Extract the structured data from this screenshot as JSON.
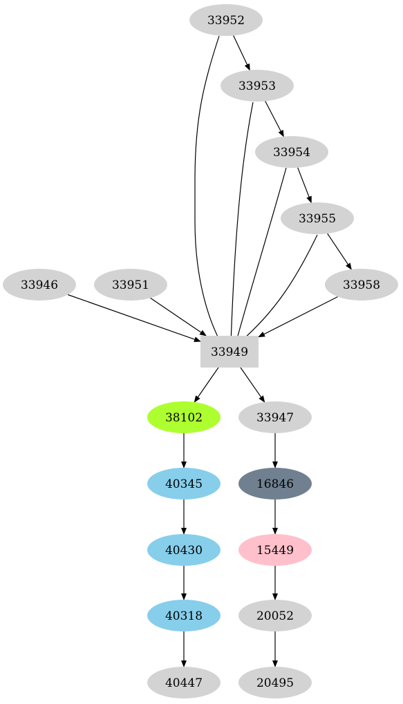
{
  "graph": {
    "nodes": [
      {
        "id": "33952",
        "label": "33952",
        "shape": "ellipse",
        "fill": "#d3d3d3",
        "text_color": "#000000"
      },
      {
        "id": "33953",
        "label": "33953",
        "shape": "ellipse",
        "fill": "#d3d3d3",
        "text_color": "#000000"
      },
      {
        "id": "33954",
        "label": "33954",
        "shape": "ellipse",
        "fill": "#d3d3d3",
        "text_color": "#000000"
      },
      {
        "id": "33955",
        "label": "33955",
        "shape": "ellipse",
        "fill": "#d3d3d3",
        "text_color": "#000000"
      },
      {
        "id": "33946",
        "label": "33946",
        "shape": "ellipse",
        "fill": "#d3d3d3",
        "text_color": "#000000"
      },
      {
        "id": "33951",
        "label": "33951",
        "shape": "ellipse",
        "fill": "#d3d3d3",
        "text_color": "#000000"
      },
      {
        "id": "33958",
        "label": "33958",
        "shape": "ellipse",
        "fill": "#d3d3d3",
        "text_color": "#000000"
      },
      {
        "id": "33949",
        "label": "33949",
        "shape": "box",
        "fill": "#d3d3d3",
        "text_color": "#000000"
      },
      {
        "id": "38102",
        "label": "38102",
        "shape": "ellipse",
        "fill": "#adff2f",
        "text_color": "#000000"
      },
      {
        "id": "33947",
        "label": "33947",
        "shape": "ellipse",
        "fill": "#d3d3d3",
        "text_color": "#000000"
      },
      {
        "id": "40345",
        "label": "40345",
        "shape": "ellipse",
        "fill": "#87ceeb",
        "text_color": "#000000"
      },
      {
        "id": "16846",
        "label": "16846",
        "shape": "ellipse",
        "fill": "#708090",
        "text_color": "#000000"
      },
      {
        "id": "40430",
        "label": "40430",
        "shape": "ellipse",
        "fill": "#87ceeb",
        "text_color": "#000000"
      },
      {
        "id": "15449",
        "label": "15449",
        "shape": "ellipse",
        "fill": "#ffc0cb",
        "text_color": "#000000"
      },
      {
        "id": "40318",
        "label": "40318",
        "shape": "ellipse",
        "fill": "#87ceeb",
        "text_color": "#000000"
      },
      {
        "id": "20052",
        "label": "20052",
        "shape": "ellipse",
        "fill": "#d3d3d3",
        "text_color": "#000000"
      },
      {
        "id": "40447",
        "label": "40447",
        "shape": "ellipse",
        "fill": "#d3d3d3",
        "text_color": "#000000"
      },
      {
        "id": "20495",
        "label": "20495",
        "shape": "ellipse",
        "fill": "#d3d3d3",
        "text_color": "#000000"
      }
    ],
    "edges": [
      {
        "from": "33952",
        "to": "33953"
      },
      {
        "from": "33952",
        "to": "33949"
      },
      {
        "from": "33953",
        "to": "33954"
      },
      {
        "from": "33953",
        "to": "33949"
      },
      {
        "from": "33954",
        "to": "33955"
      },
      {
        "from": "33954",
        "to": "33949"
      },
      {
        "from": "33955",
        "to": "33958"
      },
      {
        "from": "33955",
        "to": "33949"
      },
      {
        "from": "33946",
        "to": "33949"
      },
      {
        "from": "33951",
        "to": "33949"
      },
      {
        "from": "33958",
        "to": "33949"
      },
      {
        "from": "33949",
        "to": "38102"
      },
      {
        "from": "33949",
        "to": "33947"
      },
      {
        "from": "38102",
        "to": "40345"
      },
      {
        "from": "40345",
        "to": "40430"
      },
      {
        "from": "40430",
        "to": "40318"
      },
      {
        "from": "40318",
        "to": "40447"
      },
      {
        "from": "33947",
        "to": "16846"
      },
      {
        "from": "16846",
        "to": "15449"
      },
      {
        "from": "15449",
        "to": "20052"
      },
      {
        "from": "20052",
        "to": "20495"
      }
    ],
    "edge_color": "#000000"
  }
}
